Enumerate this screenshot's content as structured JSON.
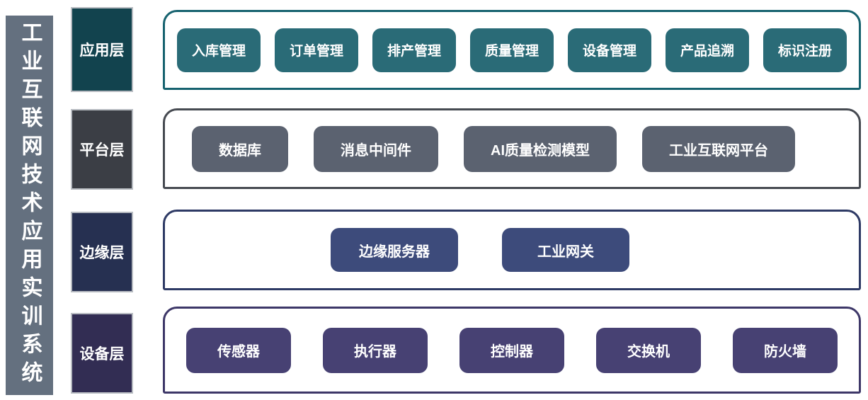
{
  "title": "工业互联网技术应用实训系统",
  "sidebar_bg": "#64707f",
  "layers": [
    {
      "label": "应用层",
      "label_bg": "#12434e",
      "container_border": "#16626f",
      "box_bg": "#2a6b77",
      "items": [
        "入库管理",
        "订单管理",
        "排产管理",
        "质量管理",
        "设备管理",
        "产品追溯",
        "标识注册"
      ]
    },
    {
      "label": "平台层",
      "label_bg": "#3b3e45",
      "container_border": "#464a51",
      "box_bg": "#5b6270",
      "items": [
        "数据库",
        "消息中间件",
        "AI质量检测模型",
        "工业互联网平台"
      ]
    },
    {
      "label": "边缘层",
      "label_bg": "#263051",
      "container_border": "#2e3a65",
      "box_bg": "#3d4b7b",
      "items": [
        "边缘服务器",
        "工业网关"
      ]
    },
    {
      "label": "设备层",
      "label_bg": "#322d53",
      "container_border": "#3d3768",
      "box_bg": "#474173",
      "items": [
        "传感器",
        "执行器",
        "控制器",
        "交换机",
        "防火墙"
      ]
    }
  ]
}
